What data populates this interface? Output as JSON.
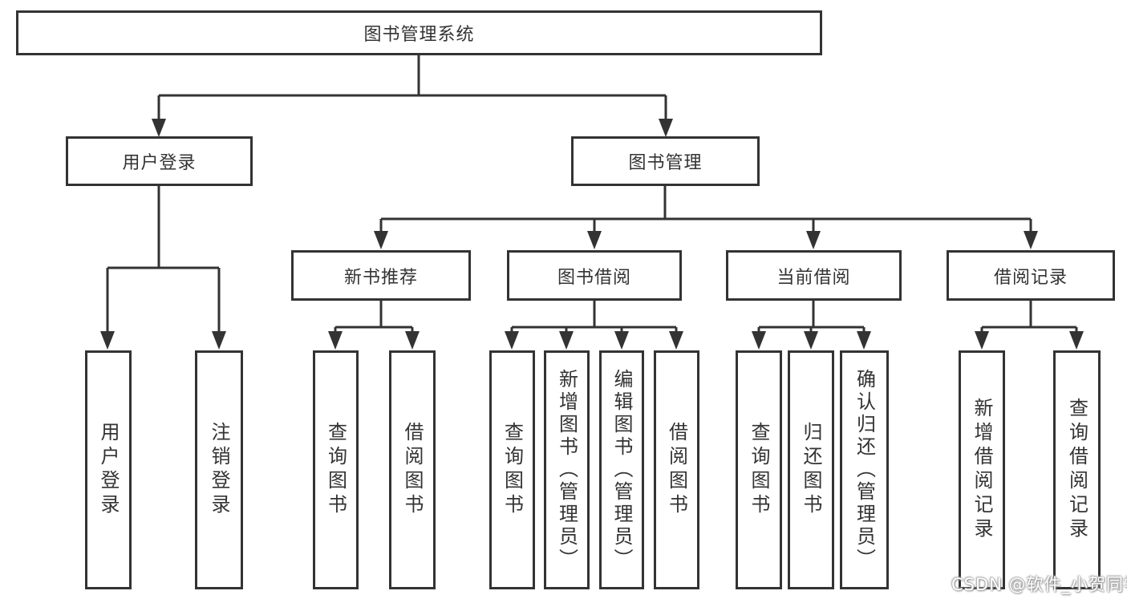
{
  "diagram": {
    "root_label": "图书管理系统",
    "branches": [
      {
        "label": "用户登录",
        "children": [
          {
            "label": "用户登录"
          },
          {
            "label": "注销登录"
          }
        ]
      },
      {
        "label": "图书管理",
        "children": [
          {
            "label": "新书推荐",
            "children": [
              {
                "label": "查询图书"
              },
              {
                "label": "借阅图书"
              }
            ]
          },
          {
            "label": "图书借阅",
            "children": [
              {
                "label": "查询图书"
              },
              {
                "label": "新增图书（管理员）"
              },
              {
                "label": "编辑图书（管理员）"
              },
              {
                "label": "借阅图书"
              }
            ]
          },
          {
            "label": "当前借阅",
            "children": [
              {
                "label": "查询图书"
              },
              {
                "label": "归还图书"
              },
              {
                "label": "确认归还（管理员）"
              }
            ]
          },
          {
            "label": "借阅记录",
            "children": [
              {
                "label": "新增借阅记录"
              },
              {
                "label": "查询借阅记录"
              }
            ]
          }
        ]
      }
    ]
  },
  "watermark": {
    "text": "CSDN @软件_小贺同学"
  },
  "colors": {
    "line": "#333333",
    "text": "#333333",
    "background": "#ffffff",
    "watermark_text": "#ffffff"
  }
}
